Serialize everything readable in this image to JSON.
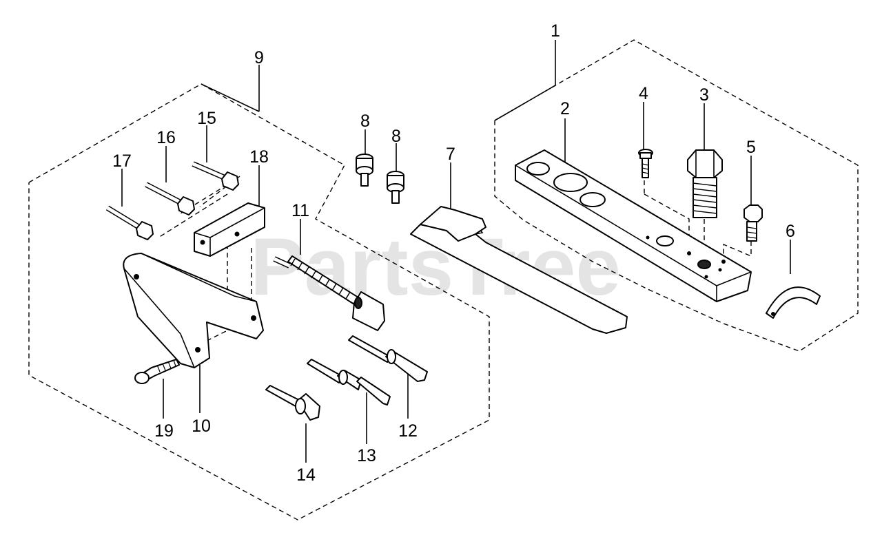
{
  "watermark": {
    "text": "PartsTree",
    "trademark": "™"
  },
  "callouts": {
    "c1": "1",
    "c2": "2",
    "c3": "3",
    "c4": "4",
    "c5": "5",
    "c6": "6",
    "c7": "7",
    "c8a": "8",
    "c8b": "8",
    "c9": "9",
    "c10": "10",
    "c11": "11",
    "c12": "12",
    "c13": "13",
    "c14": "14",
    "c15": "15",
    "c16": "16",
    "c17": "17",
    "c18": "18",
    "c19": "19"
  }
}
